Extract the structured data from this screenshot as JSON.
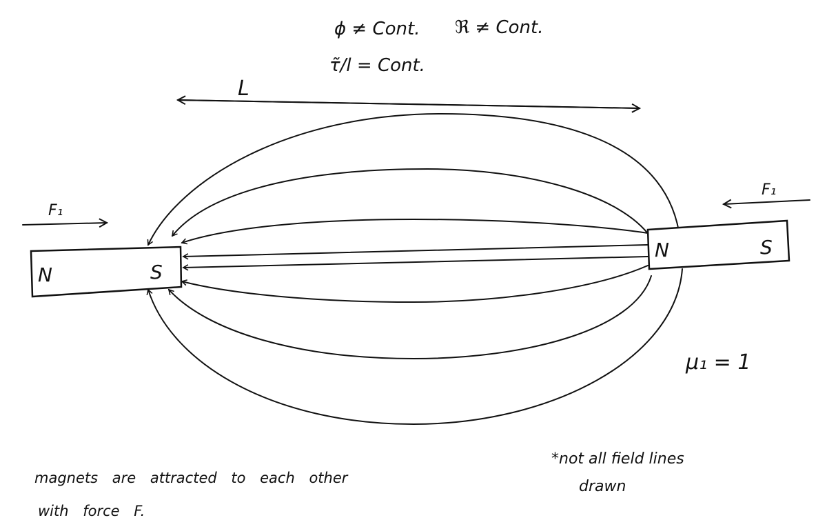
{
  "equations": {
    "line1_a": "ϕ ≠ Cont.",
    "line1_b": "ℜ ≠ Cont.",
    "line2": "τ̃/l = Cont."
  },
  "length_label": "L",
  "force_left": "F₁",
  "force_right": "F₁",
  "left_magnet": {
    "north": "N",
    "south": "S"
  },
  "right_magnet": {
    "north": "N",
    "south": "S"
  },
  "permeability": "μ₁ = 1",
  "note": {
    "line1": "*not all field lines",
    "line2": "drawn"
  },
  "caption": {
    "line1": "magnets are attracted to each other",
    "line2": "with force F."
  }
}
